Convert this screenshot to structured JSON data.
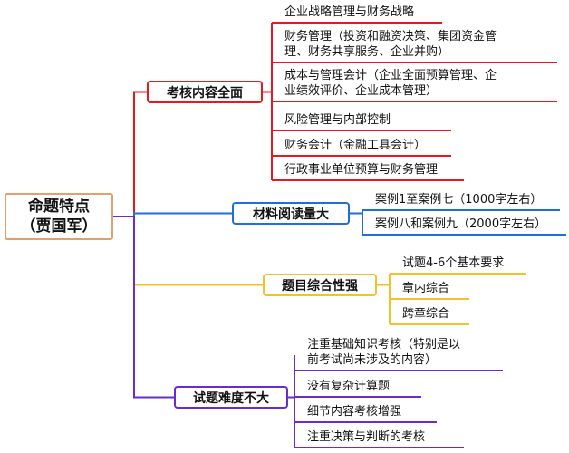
{
  "root": {
    "line1": "命题特点",
    "line2": "（贾国军）"
  },
  "branches": [
    {
      "label": "考核内容全面",
      "color": "#e8191e",
      "items": [
        {
          "lines": [
            "企业战略管理与财务战略"
          ]
        },
        {
          "lines": [
            "财务管理（投资和融资决策、集团资金管",
            "理、财务共享服务、企业并购）"
          ]
        },
        {
          "lines": [
            "成本与管理会计（企业全面预算管理、企",
            "业绩效评价、企业成本管理）"
          ]
        },
        {
          "lines": [
            "风险管理与内部控制"
          ]
        },
        {
          "lines": [
            "财务会计（金融工具会计）"
          ]
        },
        {
          "lines": [
            "行政事业单位预算与财务管理"
          ]
        }
      ]
    },
    {
      "label": "材料阅读量大",
      "color": "#1f6fd8",
      "items": [
        {
          "lines": [
            "案例1至案例七（1000字左右）"
          ]
        },
        {
          "lines": [
            "案例八和案例九（2000字左右）"
          ]
        }
      ]
    },
    {
      "label": "题目综合性强",
      "color": "#f2c12e",
      "items": [
        {
          "lines": [
            "试题4-6个基本要求"
          ]
        },
        {
          "lines": [
            "章内综合"
          ]
        },
        {
          "lines": [
            "跨章综合"
          ]
        }
      ]
    },
    {
      "label": "试题难度不大",
      "color": "#6a2ccf",
      "items": [
        {
          "lines": [
            "注重基础知识考核（特别是以",
            "前考试尚未涉及的内容）"
          ]
        },
        {
          "lines": [
            "没有复杂计算题"
          ]
        },
        {
          "lines": [
            "细节内容考核增强"
          ]
        },
        {
          "lines": [
            "注重决策与判断的考核"
          ]
        }
      ]
    }
  ]
}
